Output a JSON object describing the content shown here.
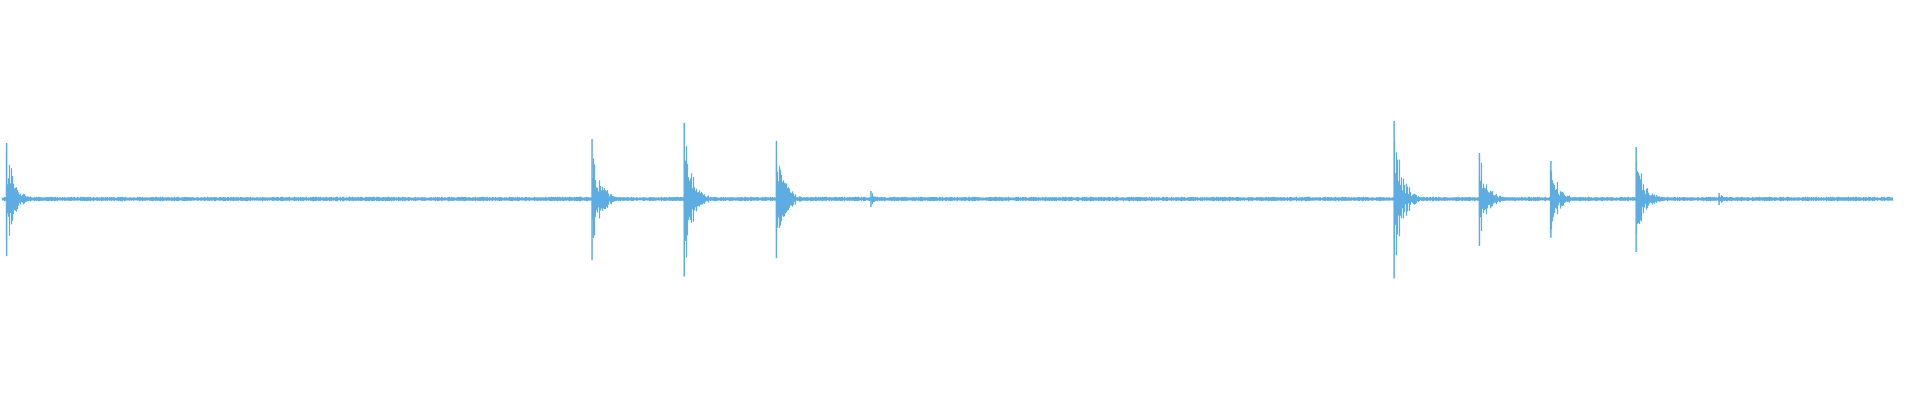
{
  "waveform": {
    "color": "#5dade2",
    "background": "#ffffff",
    "baseline_amplitude": 0.012,
    "events": [
      {
        "time": 0.002,
        "amplitude": 0.28
      },
      {
        "time": 0.256,
        "amplitude": 0.3
      },
      {
        "time": 0.296,
        "amplitude": 0.38
      },
      {
        "time": 0.336,
        "amplitude": 0.29
      },
      {
        "time": 0.377,
        "amplitude": 0.04
      },
      {
        "time": 0.604,
        "amplitude": 0.39
      },
      {
        "time": 0.641,
        "amplitude": 0.23
      },
      {
        "time": 0.672,
        "amplitude": 0.19
      },
      {
        "time": 0.709,
        "amplitude": 0.26
      },
      {
        "time": 0.745,
        "amplitude": 0.03
      }
    ]
  }
}
